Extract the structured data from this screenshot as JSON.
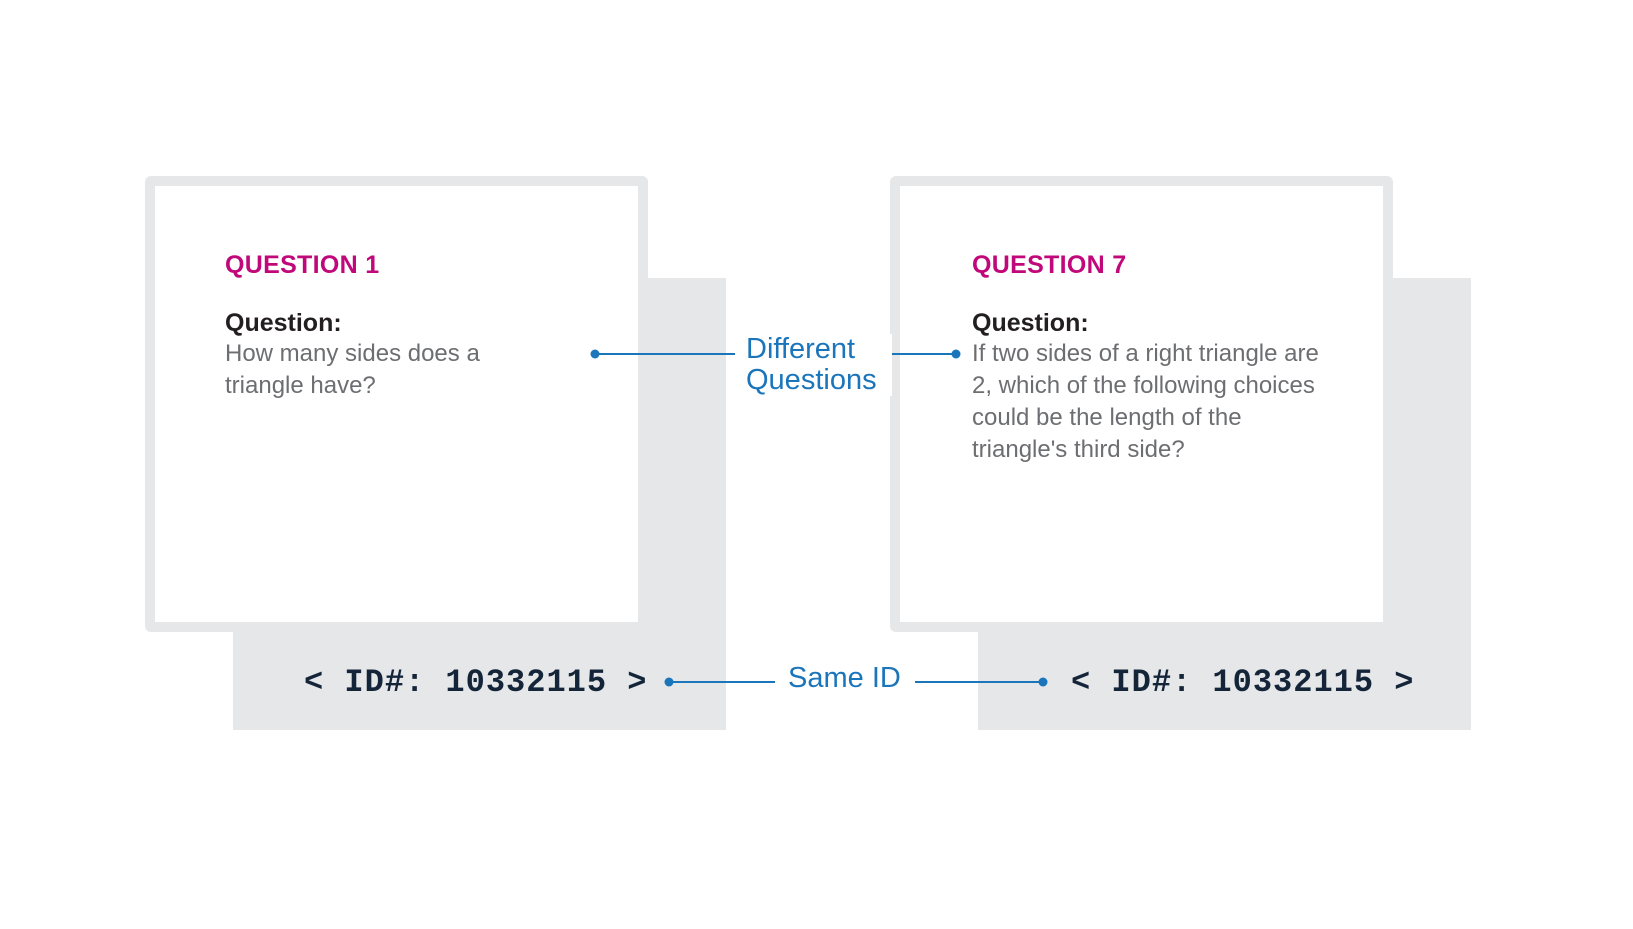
{
  "colors": {
    "accent_heading": "#c1087a",
    "callout": "#1b75bb",
    "id_text": "#14253a",
    "body_text": "#6d6e71",
    "label_text": "#231f20",
    "frame": "#e6e7e8"
  },
  "cards": [
    {
      "heading": "QUESTION 1",
      "label": "Question:",
      "body": "How many sides does a triangle have?",
      "id": "< ID#: 10332115 >"
    },
    {
      "heading": "QUESTION 7",
      "label": "Question:",
      "body": "If two sides of a right triangle are 2, which of the following choices could be the length of the triangle's third side?",
      "id": "< ID#: 10332115 >"
    }
  ],
  "callouts": {
    "different": "Different Questions",
    "same": "Same ID"
  }
}
